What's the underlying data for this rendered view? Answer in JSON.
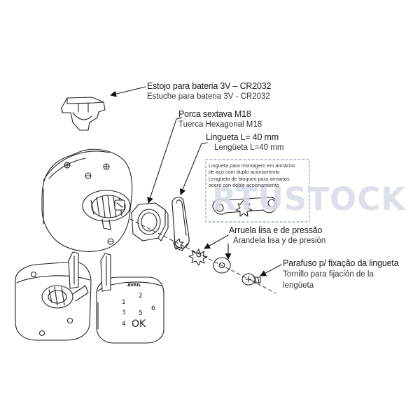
{
  "watermark": "RTUSTOCK",
  "labels": {
    "battery_case": {
      "pt": "Estojo para bateria 3V – CR2032",
      "es": "Estuche para bateria 3V - CR2032"
    },
    "hex_nut": {
      "pt": "Porca sextava M18",
      "es": "Tuerca Hexagonal M18"
    },
    "cam": {
      "pt": "Lingueta L= 40 mm",
      "es": "Lengüeta L=40 mm"
    },
    "washer": {
      "pt": "Arruela lisa e de pressão",
      "es": "Arandela lisa y de presión"
    },
    "screw": {
      "pt": "Parafuso p/ fixação da lingueta",
      "es_line1": "Tornillo para fijación de la",
      "es_line2": "lengüeta"
    }
  },
  "note": {
    "line1": "Lingueta para montagem em armários",
    "line2": "de aço com duplo acionamento",
    "line3": "Lengüeta de bloqueo para armarios",
    "line4": "acero con doble accionamiento"
  },
  "keypad": {
    "brand": "AVRIL",
    "keys": [
      "1",
      "2",
      "3",
      "4",
      "5",
      "6"
    ],
    "ok": "OK"
  }
}
